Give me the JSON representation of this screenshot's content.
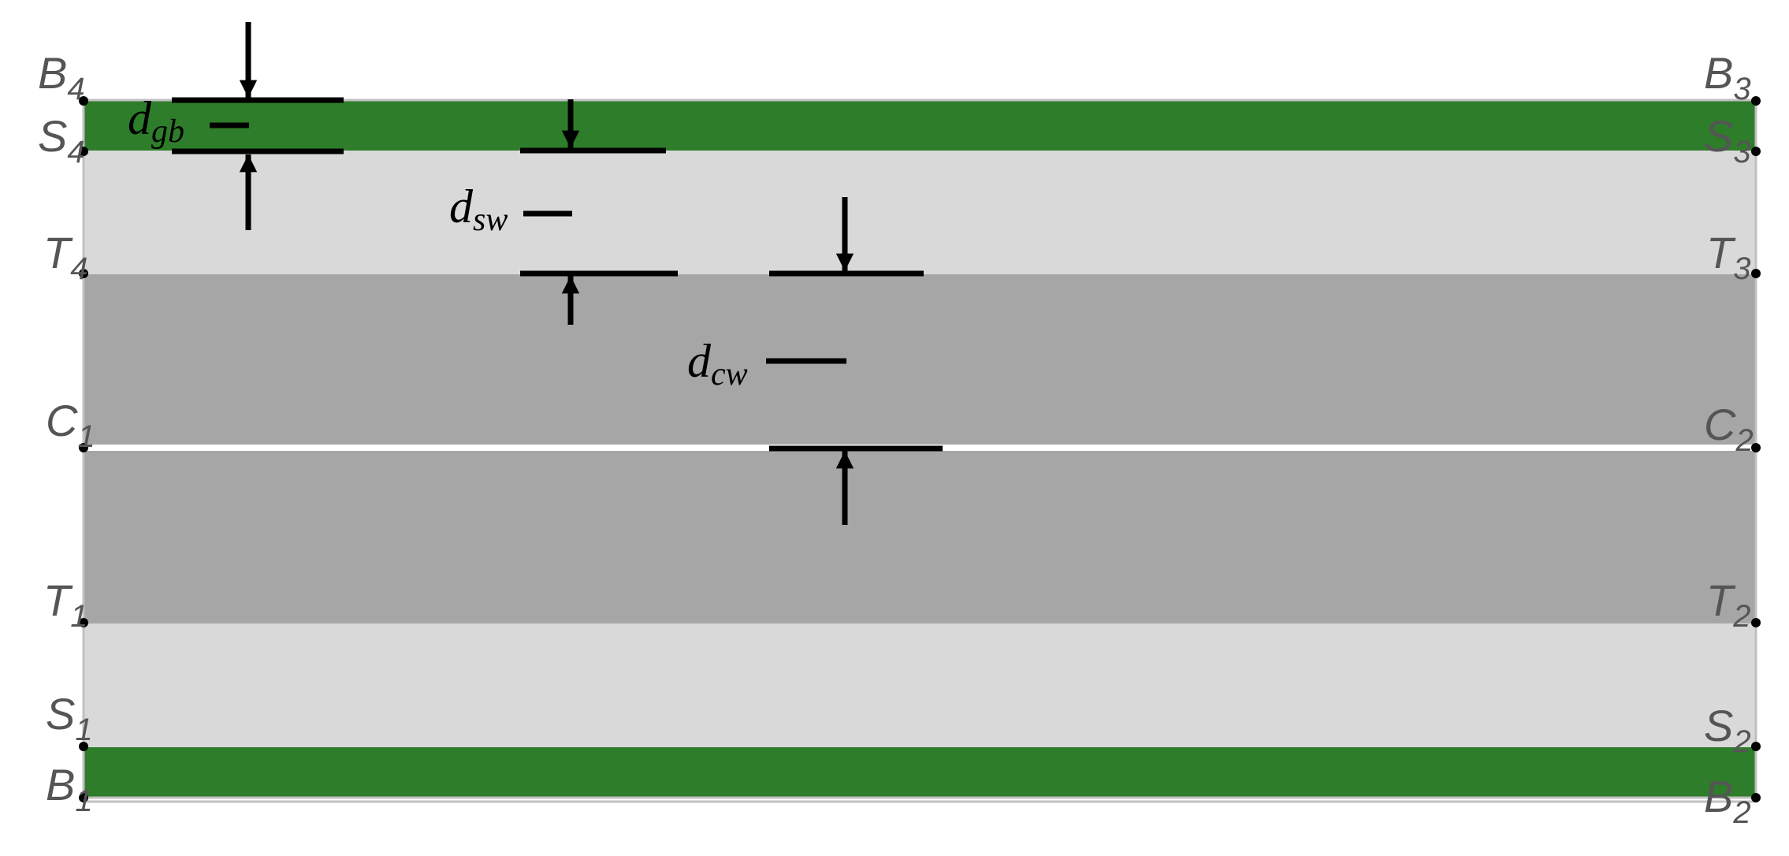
{
  "colors": {
    "ground_beam": "#2e7d2a",
    "sidewall": "#d9d9d9",
    "core_wall": "#a6a6a6",
    "outline": "#c0c0c0",
    "centerline": "#ffffff",
    "annotation": "#000000",
    "label": "#555555"
  },
  "points": {
    "B4": {
      "letter": "B",
      "sub": "4"
    },
    "S4": {
      "letter": "S",
      "sub": "4"
    },
    "T4": {
      "letter": "T",
      "sub": "4"
    },
    "C1": {
      "letter": "C",
      "sub": "1"
    },
    "T1": {
      "letter": "T",
      "sub": "1"
    },
    "S1": {
      "letter": "S",
      "sub": "1"
    },
    "B1": {
      "letter": "B",
      "sub": "1"
    },
    "B3": {
      "letter": "B",
      "sub": "3"
    },
    "S3": {
      "letter": "S",
      "sub": "3"
    },
    "T3": {
      "letter": "T",
      "sub": "3"
    },
    "C2": {
      "letter": "C",
      "sub": "2"
    },
    "T2": {
      "letter": "T",
      "sub": "2"
    },
    "S2": {
      "letter": "S",
      "sub": "2"
    },
    "B2": {
      "letter": "B",
      "sub": "2"
    }
  },
  "dimensions": {
    "gb": {
      "letter": "d",
      "sub": "gb"
    },
    "sw": {
      "letter": "d",
      "sub": "sw"
    },
    "cw": {
      "letter": "d",
      "sub": "cw"
    }
  }
}
